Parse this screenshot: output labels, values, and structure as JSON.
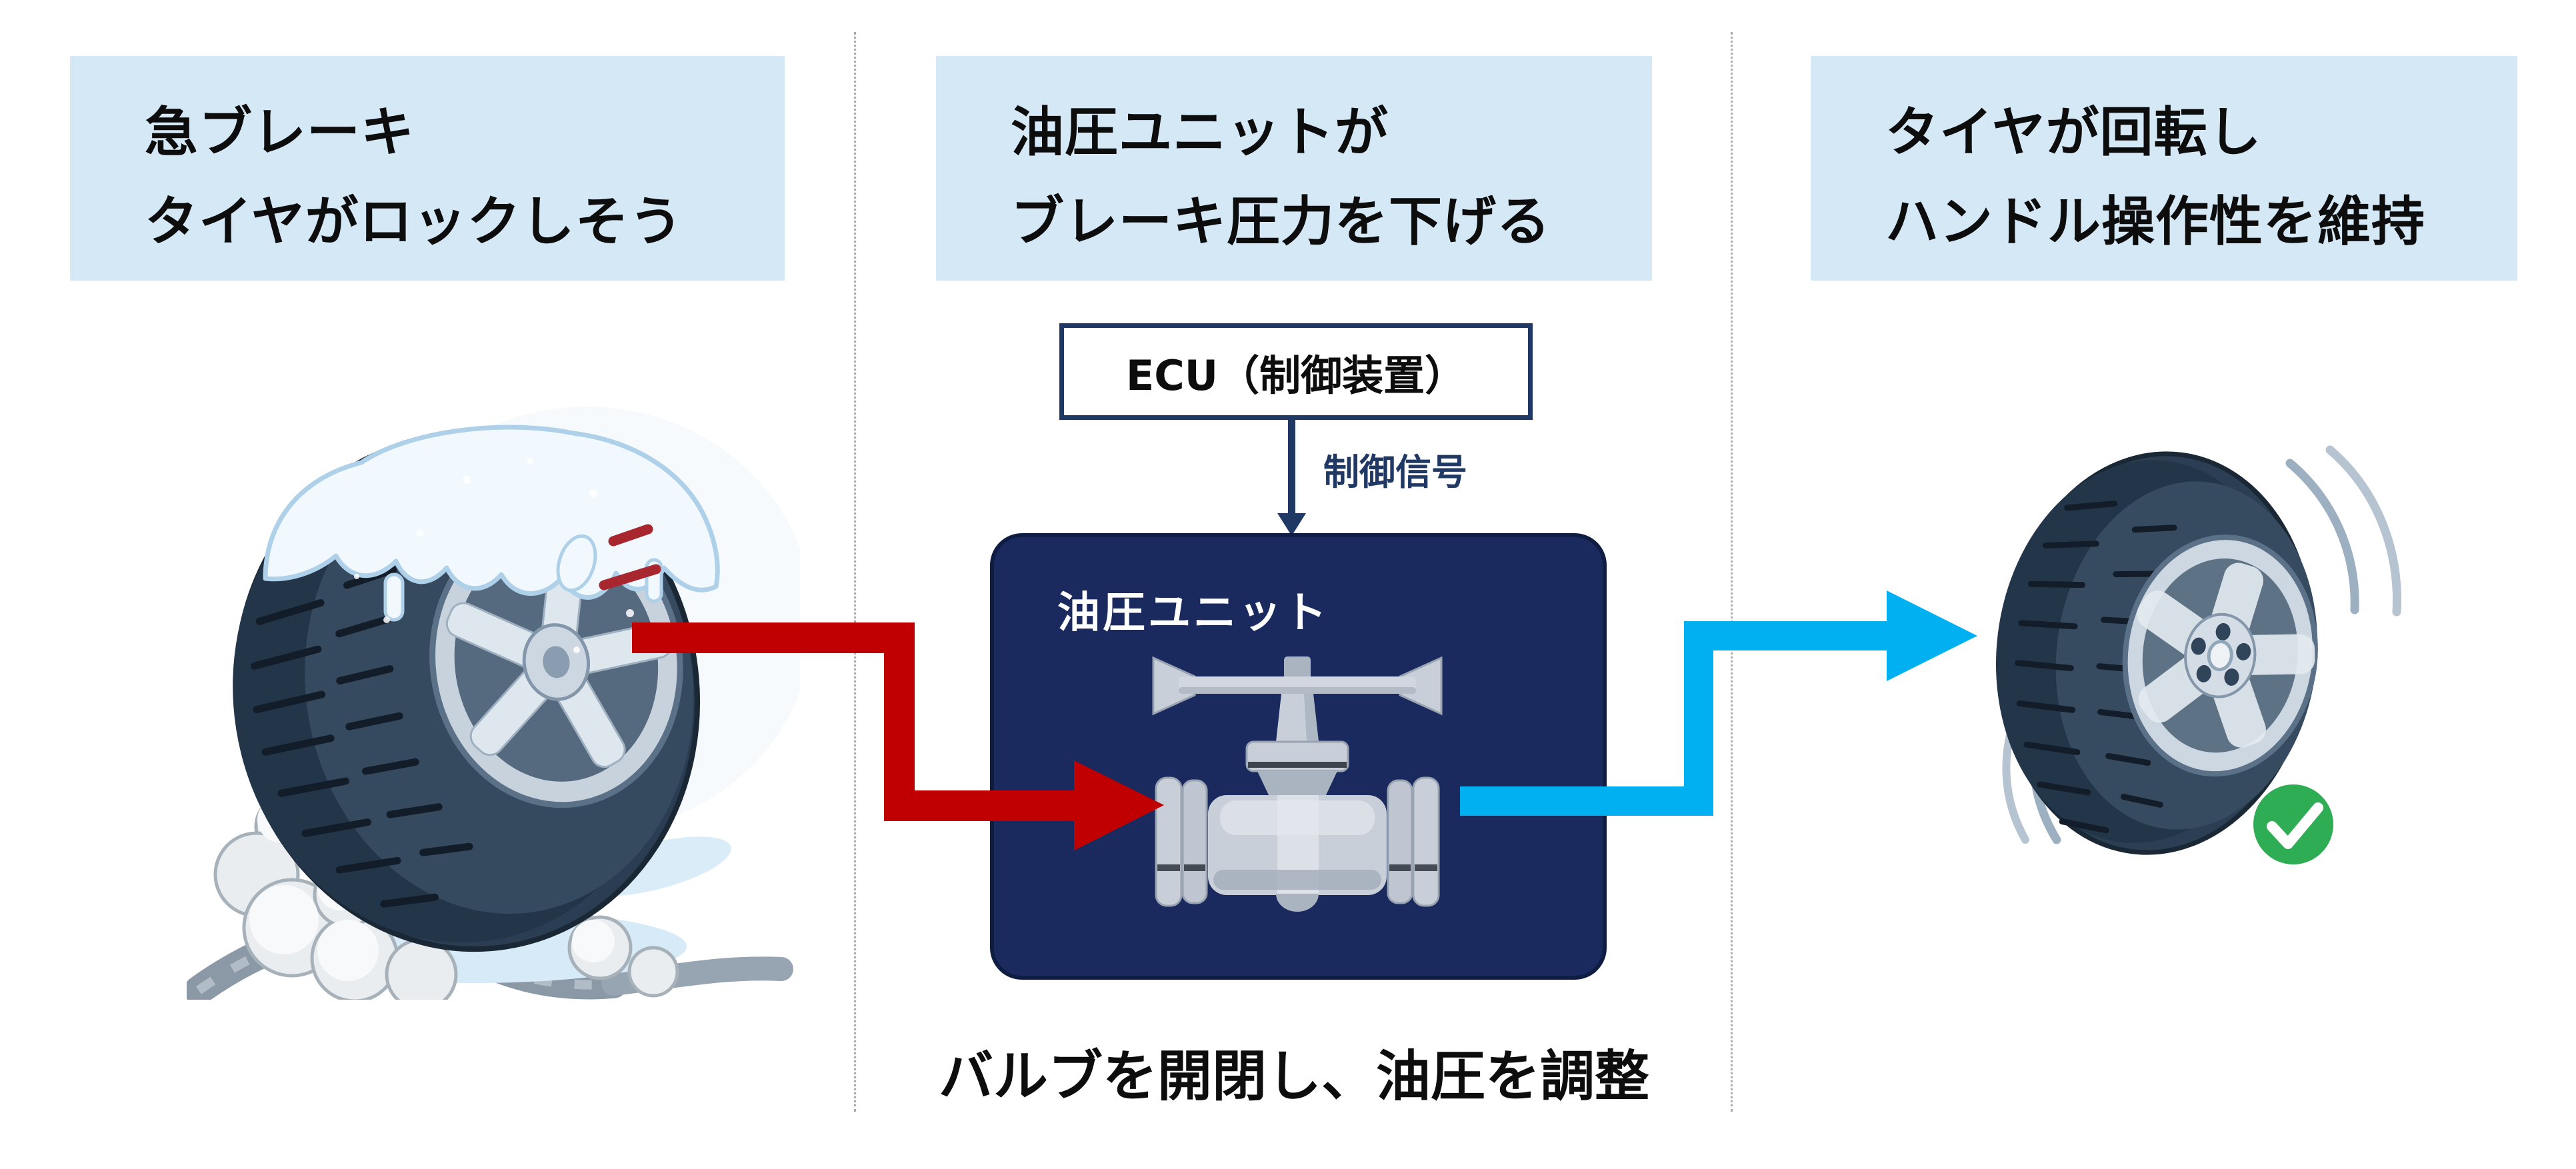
{
  "diagram": {
    "subject": "ABS braking process 3-step diagram",
    "panels": [
      {
        "name": "step-1-brake-lock",
        "header_lines": [
          "急ブレーキ",
          "タイヤがロックしそう"
        ],
        "illustration": "snow-covered-tire-locking-with-skid-marks-and-alert-dashes"
      },
      {
        "name": "step-2-hydraulic-unit",
        "header_lines": [
          "油圧ユニットが",
          "ブレーキ圧力を下げる"
        ],
        "ecu_label": "ECU（制御装置）",
        "signal_label": "制御信号",
        "unit_label": "油圧ユニット",
        "caption": "バルブを開閉し、油圧を調整",
        "illustration": "hydraulic-unit-valve"
      },
      {
        "name": "step-3-tire-rotates",
        "header_lines": [
          "タイヤが回転し",
          "ハンドル操作性を維持"
        ],
        "illustration": "rotating-tire-with-green-check"
      }
    ],
    "icons": {
      "check": "✓",
      "lock_alert_marks": "two-red-dashes",
      "control_signal_arrow": "navy-down-arrow",
      "brake_pressure_in_arrow": "red-stepped-right-arrow",
      "brake_pressure_out_arrow": "blue-stepped-right-arrow"
    },
    "colors": {
      "header_bg": "#d5e8f6",
      "text_dark": "#0d0d0d",
      "navy_line": "#1f3864",
      "navy_box_bg": "#1b2a5e",
      "arrow_red": "#c00000",
      "arrow_blue": "#00b0f0",
      "check_green": "#2fad54",
      "divider_gray": "#ababab",
      "valve_metal": "#c9cfd9"
    }
  }
}
